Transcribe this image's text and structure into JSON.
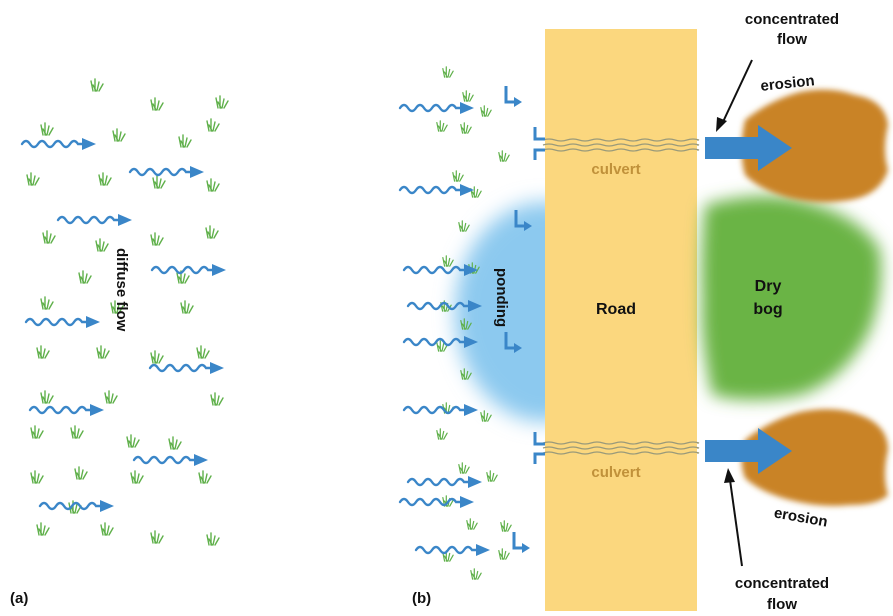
{
  "panels": {
    "a": {
      "label": "(a)",
      "flow_label": "diffuse flow"
    },
    "b": {
      "label": "(b)",
      "ponding_label": "ponding",
      "road_label": "Road",
      "culvert_top_label": "culvert",
      "culvert_bottom_label": "culvert",
      "dry_bog_line1": "Dry",
      "dry_bog_line2": "bog",
      "erosion_top_label": "erosion",
      "erosion_bottom_label": "erosion",
      "concentrated_top_line1": "concentrated",
      "concentrated_top_line2": "flow",
      "concentrated_bottom_line1": "concentrated",
      "concentrated_bottom_line2": "flow"
    }
  },
  "colors": {
    "water_arrow": "#3a86c8",
    "grass": "#5fb04a",
    "road": "#fbd77e",
    "ponding": "#8cc9ef",
    "dry_bog": "#6bb445",
    "erosion": "#c98327",
    "culvert_text": "#c0913a",
    "text": "#111111"
  },
  "icons": [
    "wavy-arrow-icon",
    "grass-tuft-icon",
    "hook-arrow-icon",
    "culvert-pipe-icon",
    "pointer-arrow-icon"
  ]
}
